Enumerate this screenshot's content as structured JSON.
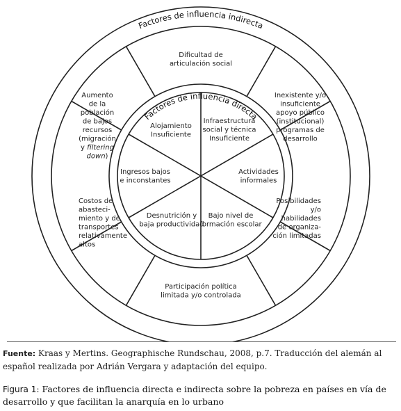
{
  "outer_ring_title": "Factores de influencia indirecta",
  "inner_ring_title": "Factores de influencia directa",
  "indirect_factors": [
    {
      "id": "top",
      "lines": [
        "Dificultad de",
        "articulación social"
      ]
    },
    {
      "id": "upper-right",
      "lines": [
        "Inexistente y/o",
        "insuficiente",
        "apoyo público",
        "(institucional)",
        "programas de",
        "desarrollo"
      ]
    },
    {
      "id": "lower-right",
      "lines": [
        "Posibilidades",
        "y/o",
        "habilidades",
        "de organiza-",
        "ción limitadas"
      ]
    },
    {
      "id": "bottom",
      "lines": [
        "Participación política",
        "limitada y/o controlada"
      ]
    },
    {
      "id": "lower-left",
      "lines": [
        "Costos de",
        "abasteci-",
        "miento y de",
        "transportes",
        "relativamente",
        "altos"
      ]
    },
    {
      "id": "upper-left",
      "lines": [
        "Aumento",
        "de la",
        "población",
        "de bajos",
        "recursos",
        "(migración",
        "y filtering",
        "down)"
      ]
    }
  ],
  "direct_factors": [
    {
      "id": "top-right",
      "lines": [
        "Infraestructura",
        "social y técnica",
        "Insuficiente"
      ]
    },
    {
      "id": "right",
      "lines": [
        "Actividades",
        "informales"
      ]
    },
    {
      "id": "bottom-right",
      "lines": [
        "Bajo nivel de",
        "formación escolar"
      ]
    },
    {
      "id": "bottom-left",
      "lines": [
        "Desnutrición y",
        "baja productividad"
      ]
    },
    {
      "id": "left",
      "lines": [
        "Ingresos bajos",
        "e inconstantes"
      ]
    },
    {
      "id": "top-left",
      "lines": [
        "Alojamiento",
        "Insuficiente"
      ]
    }
  ],
  "source": {
    "label": "Fuente:",
    "text": " Kraas y Mertins. Geographische Rundschau, 2008, p.7. Traducción del alemán al español realizada por Adrián Vergara y adaptación del equipo."
  },
  "caption": {
    "label": "Figura 1",
    "text": ": Factores de influencia  directa e indirecta sobre la pobreza en países en vía de desarrollo y que facilitan la anarquía en lo urbano"
  }
}
